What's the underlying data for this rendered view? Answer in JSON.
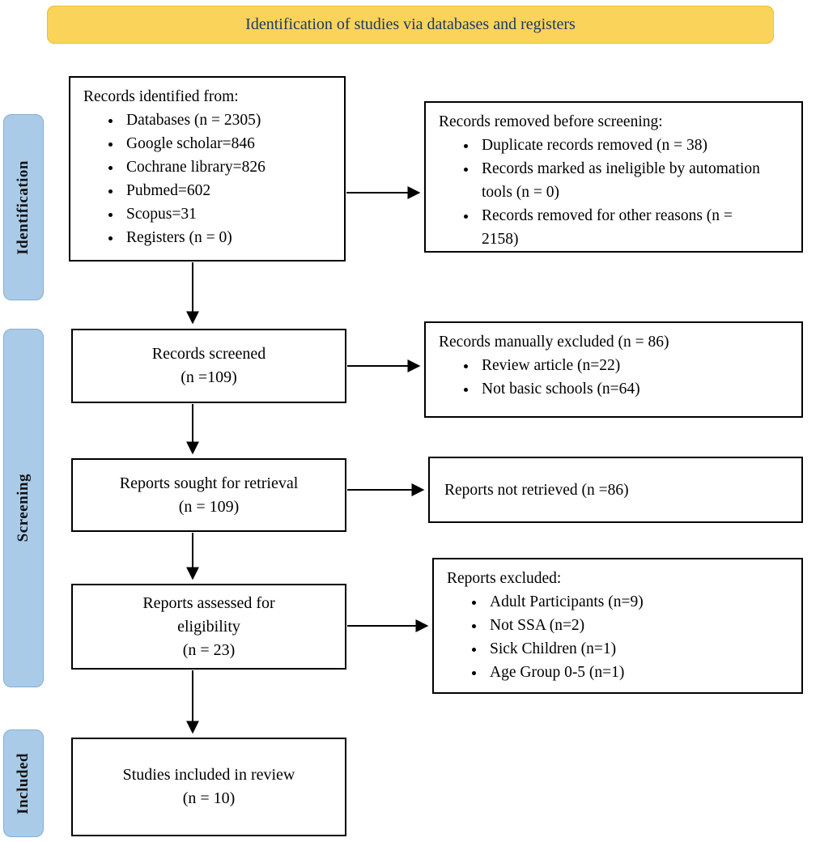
{
  "title": "Identification of studies via databases and registers",
  "stages": [
    {
      "label": "Identification"
    },
    {
      "label": "Screening"
    },
    {
      "label": "Included"
    }
  ],
  "boxes": {
    "records_identified": {
      "heading": "Records identified from:",
      "bullets": [
        "Databases (n = 2305)",
        "Google scholar=846",
        "Cochrane library=826",
        "Pubmed=602",
        "Scopus=31",
        "Registers (n = 0)"
      ]
    },
    "records_removed": {
      "heading": "Records removed before screening:",
      "bullets": [
        "Duplicate records removed (n = 38)",
        "Records marked as ineligible by automation tools (n = 0)",
        "Records removed for other reasons (n = 2158)"
      ]
    },
    "records_screened": {
      "lines": [
        "Records screened",
        "(n =109)"
      ]
    },
    "records_manually_excluded": {
      "heading": "Records manually excluded (n = 86)",
      "bullets": [
        "Review article (n=22)",
        "Not basic schools (n=64)"
      ]
    },
    "reports_sought": {
      "lines": [
        "Reports sought for retrieval",
        "(n = 109)"
      ]
    },
    "reports_not_retrieved": {
      "text": "Reports not retrieved (n =86)"
    },
    "reports_assessed": {
      "lines": [
        "Reports assessed for",
        "eligibility",
        "(n = 23)"
      ]
    },
    "reports_excluded": {
      "heading": "Reports excluded:",
      "bullets": [
        "Adult Participants (n=9)",
        "Not SSA (n=2)",
        "Sick Children (n=1)",
        "Age Group 0-5 (n=1)"
      ]
    },
    "studies_included": {
      "lines": [
        "Studies included in review",
        "(n = 10)"
      ]
    }
  },
  "colors": {
    "banner_bg": "#FAD45A",
    "stage_bg": "#A9CBE8",
    "box_border": "#000000",
    "title_text": "#1F3864"
  }
}
